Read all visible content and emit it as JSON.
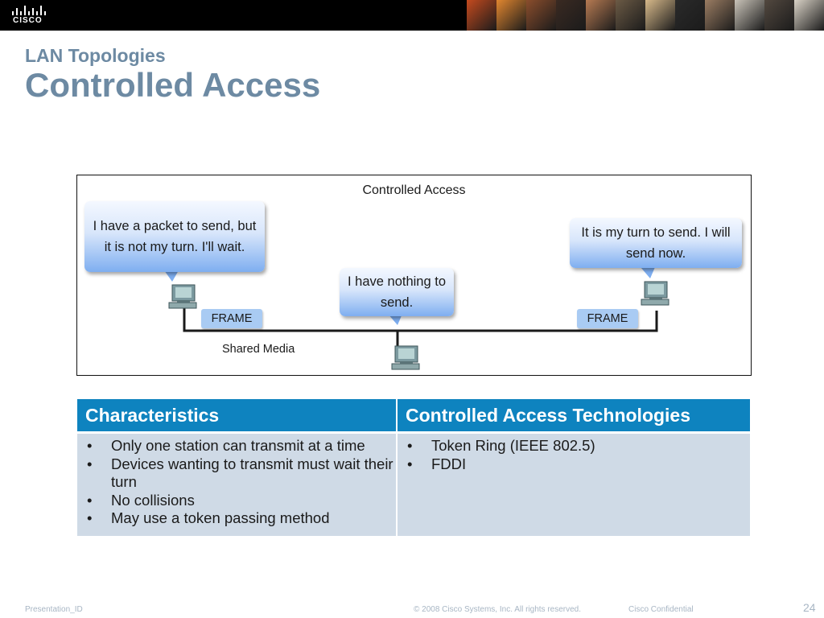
{
  "header": {
    "logo_text": "CISCO",
    "photo_colors": [
      "#c44a1e",
      "#e1862f",
      "#8a4d2c",
      "#3a2a22",
      "#b67a52",
      "#6b5a45",
      "#d7b98a",
      "#2a2a2a",
      "#9a7c62",
      "#c9c3b8",
      "#52483f",
      "#d9d2c6"
    ]
  },
  "slide": {
    "subtitle": "LAN Topologies",
    "title": "Controlled Access"
  },
  "diagram": {
    "title": "Controlled Access",
    "bubbles": {
      "left": "I have a packet to send, but it is not my turn. I'll wait.",
      "middle": "I have nothing to send.",
      "right": "It is my turn to send. I will send now."
    },
    "frame_left": "FRAME",
    "frame_right": "FRAME",
    "media_label": "Shared Media"
  },
  "table": {
    "headers": [
      "Characteristics",
      "Controlled Access Technologies"
    ],
    "characteristics": [
      "Only one station can transmit at a time",
      "Devices wanting to transmit must wait their turn",
      "No collisions",
      "May use a token passing method"
    ],
    "technologies": [
      "Token Ring (IEEE 802.5)",
      "FDDI"
    ]
  },
  "footer": {
    "presentation_id": "Presentation_ID",
    "copyright": "© 2008 Cisco Systems, Inc. All rights reserved.",
    "confidential": "Cisco Confidential",
    "page_number": "24"
  }
}
